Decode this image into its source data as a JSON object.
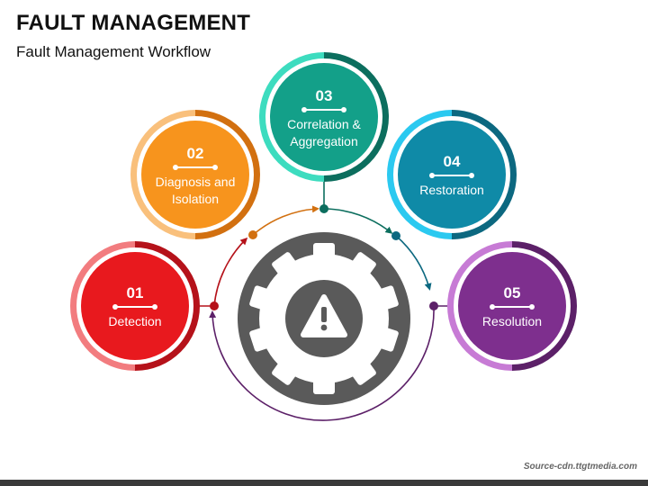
{
  "header": {
    "title": "FAULT MANAGEMENT",
    "subtitle": "Fault Management Workflow"
  },
  "footer": {
    "source": "Source-cdn.ttgtmedia.com"
  },
  "center_icon": "warning-gear-icon",
  "steps": [
    {
      "number": "01",
      "label": "Detection",
      "color": "#e8191e",
      "light": "#f27c7f",
      "dark": "#b5121a"
    },
    {
      "number": "02",
      "label": "Diagnosis and Isolation",
      "color": "#f7941d",
      "light": "#f9c07c",
      "dark": "#d27010"
    },
    {
      "number": "03",
      "label": "Correlation & Aggregation",
      "color": "#13a089",
      "light": "#3ddcbf",
      "dark": "#0c6e5e"
    },
    {
      "number": "04",
      "label": "Restoration",
      "color": "#0f8aa7",
      "light": "#2bc9f0",
      "dark": "#0c6880"
    },
    {
      "number": "05",
      "label": "Resolution",
      "color": "#7e2f8e",
      "light": "#c77bd5",
      "dark": "#5c2068"
    }
  ]
}
